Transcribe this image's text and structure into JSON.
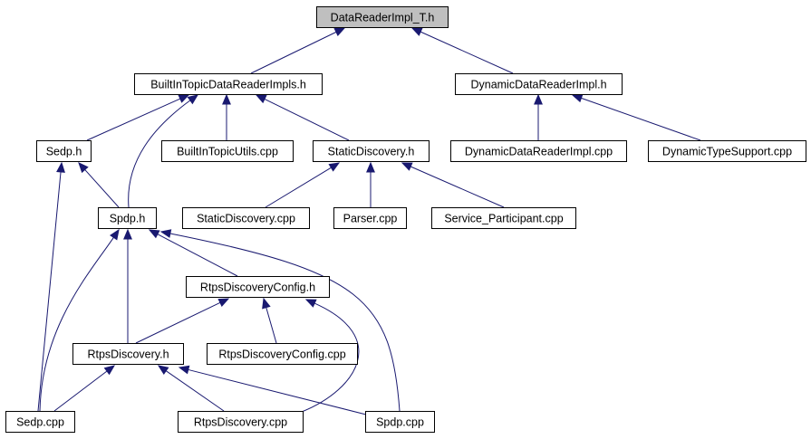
{
  "graph": {
    "nodes": [
      {
        "id": "datareaderimpl_t_h",
        "label": "DataReaderImpl_T.h",
        "root": true
      },
      {
        "id": "builtintopicdatareaderimpls_h",
        "label": "BuiltInTopicDataReaderImpls.h"
      },
      {
        "id": "dynamicdatareaderimpl_h",
        "label": "DynamicDataReaderImpl.h"
      },
      {
        "id": "sedp_h",
        "label": "Sedp.h"
      },
      {
        "id": "builtintopicutils_cpp",
        "label": "BuiltInTopicUtils.cpp"
      },
      {
        "id": "staticdiscovery_h",
        "label": "StaticDiscovery.h"
      },
      {
        "id": "dynamicdatareaderimpl_cpp",
        "label": "DynamicDataReaderImpl.cpp"
      },
      {
        "id": "dynamictypesupport_cpp",
        "label": "DynamicTypeSupport.cpp"
      },
      {
        "id": "spdp_h",
        "label": "Spdp.h"
      },
      {
        "id": "staticdiscovery_cpp",
        "label": "StaticDiscovery.cpp"
      },
      {
        "id": "parser_cpp",
        "label": "Parser.cpp"
      },
      {
        "id": "service_participant_cpp",
        "label": "Service_Participant.cpp"
      },
      {
        "id": "rtpsdiscoveryconfig_h",
        "label": "RtpsDiscoveryConfig.h"
      },
      {
        "id": "rtpsdiscovery_h",
        "label": "RtpsDiscovery.h"
      },
      {
        "id": "rtpsdiscoveryconfig_cpp",
        "label": "RtpsDiscoveryConfig.cpp"
      },
      {
        "id": "sedp_cpp",
        "label": "Sedp.cpp"
      },
      {
        "id": "rtpsdiscovery_cpp",
        "label": "RtpsDiscovery.cpp"
      },
      {
        "id": "spdp_cpp",
        "label": "Spdp.cpp"
      }
    ],
    "edges": [
      {
        "from": "builtintopicdatareaderimpls_h",
        "to": "datareaderimpl_t_h"
      },
      {
        "from": "dynamicdatareaderimpl_h",
        "to": "datareaderimpl_t_h"
      },
      {
        "from": "sedp_h",
        "to": "builtintopicdatareaderimpls_h"
      },
      {
        "from": "spdp_h",
        "to": "builtintopicdatareaderimpls_h"
      },
      {
        "from": "builtintopicutils_cpp",
        "to": "builtintopicdatareaderimpls_h"
      },
      {
        "from": "staticdiscovery_h",
        "to": "builtintopicdatareaderimpls_h"
      },
      {
        "from": "dynamicdatareaderimpl_cpp",
        "to": "dynamicdatareaderimpl_h"
      },
      {
        "from": "dynamictypesupport_cpp",
        "to": "dynamicdatareaderimpl_h"
      },
      {
        "from": "spdp_h",
        "to": "sedp_h"
      },
      {
        "from": "sedp_cpp",
        "to": "sedp_h"
      },
      {
        "from": "staticdiscovery_cpp",
        "to": "staticdiscovery_h"
      },
      {
        "from": "parser_cpp",
        "to": "staticdiscovery_h"
      },
      {
        "from": "service_participant_cpp",
        "to": "staticdiscovery_h"
      },
      {
        "from": "rtpsdiscoveryconfig_h",
        "to": "spdp_h"
      },
      {
        "from": "rtpsdiscovery_h",
        "to": "spdp_h"
      },
      {
        "from": "sedp_cpp",
        "to": "spdp_h"
      },
      {
        "from": "spdp_cpp",
        "to": "spdp_h"
      },
      {
        "from": "rtpsdiscovery_h",
        "to": "rtpsdiscoveryconfig_h"
      },
      {
        "from": "rtpsdiscoveryconfig_cpp",
        "to": "rtpsdiscoveryconfig_h"
      },
      {
        "from": "rtpsdiscovery_cpp",
        "to": "rtpsdiscoveryconfig_h"
      },
      {
        "from": "sedp_cpp",
        "to": "rtpsdiscovery_h"
      },
      {
        "from": "rtpsdiscovery_cpp",
        "to": "rtpsdiscovery_h"
      },
      {
        "from": "spdp_cpp",
        "to": "rtpsdiscovery_h"
      }
    ],
    "colors": {
      "edge": "#191970",
      "node_border": "#000000",
      "root_fill": "#bfbfbf",
      "node_fill": "#ffffff"
    }
  }
}
